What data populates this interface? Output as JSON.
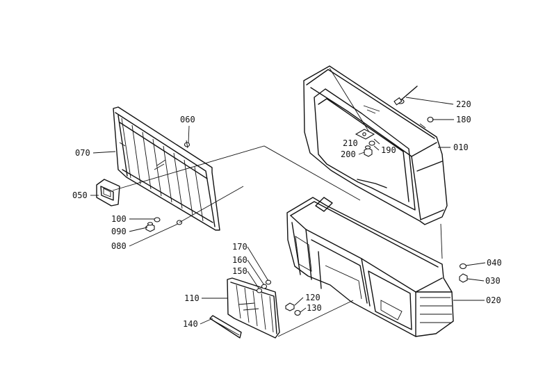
{
  "diagram": {
    "callouts": [
      {
        "id": "220",
        "label": "220"
      },
      {
        "id": "180",
        "label": "180"
      },
      {
        "id": "210",
        "label": "210"
      },
      {
        "id": "190",
        "label": "190"
      },
      {
        "id": "200",
        "label": "200"
      },
      {
        "id": "010",
        "label": "010"
      },
      {
        "id": "060",
        "label": "060"
      },
      {
        "id": "070",
        "label": "070"
      },
      {
        "id": "050",
        "label": "050"
      },
      {
        "id": "100",
        "label": "100"
      },
      {
        "id": "090",
        "label": "090"
      },
      {
        "id": "080",
        "label": "080"
      },
      {
        "id": "170",
        "label": "170"
      },
      {
        "id": "160",
        "label": "160"
      },
      {
        "id": "150",
        "label": "150"
      },
      {
        "id": "110",
        "label": "110"
      },
      {
        "id": "120",
        "label": "120"
      },
      {
        "id": "130",
        "label": "130"
      },
      {
        "id": "140",
        "label": "140"
      },
      {
        "id": "040",
        "label": "040"
      },
      {
        "id": "030",
        "label": "030"
      },
      {
        "id": "020",
        "label": "020"
      }
    ]
  }
}
